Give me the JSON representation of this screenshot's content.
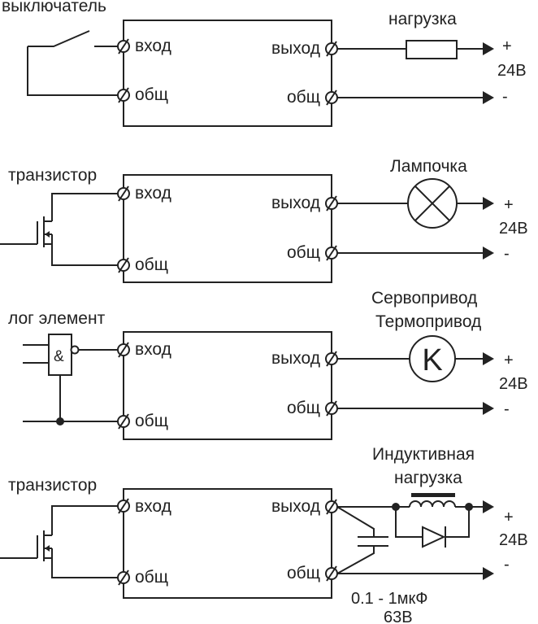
{
  "blocks": [
    {
      "source_label": "выключатель",
      "pin_in": "вход",
      "pin_out": "выход",
      "pin_com_left": "общ",
      "pin_com_right": "общ",
      "load_label": "нагрузка",
      "plus": "+",
      "voltage": "24В",
      "minus": "-"
    },
    {
      "source_label": "транзистор",
      "pin_in": "вход",
      "pin_out": "выход",
      "pin_com_left": "общ",
      "pin_com_right": "общ",
      "load_label": "Лампочка",
      "plus": "+",
      "voltage": "24В",
      "minus": "-"
    },
    {
      "source_label": "лог элемент",
      "gate_symbol": "&",
      "pin_in": "вход",
      "pin_out": "выход",
      "pin_com_left": "общ",
      "pin_com_right": "общ",
      "load_label_1": "Сервопривод",
      "load_label_2": "Термопривод",
      "relay_symbol": "K",
      "plus": "+",
      "voltage": "24В",
      "minus": "-"
    },
    {
      "source_label": "транзистор",
      "pin_in": "вход",
      "pin_out": "выход",
      "pin_com_left": "общ",
      "pin_com_right": "общ",
      "load_label_1": "Индуктивная",
      "load_label_2": "нагрузка",
      "capacitor_label_1": "0.1 - 1мкФ",
      "capacitor_label_2": "63В",
      "plus": "+",
      "voltage": "24В",
      "minus": "-"
    }
  ],
  "colors": {
    "line": "#222222",
    "background": "#ffffff"
  }
}
